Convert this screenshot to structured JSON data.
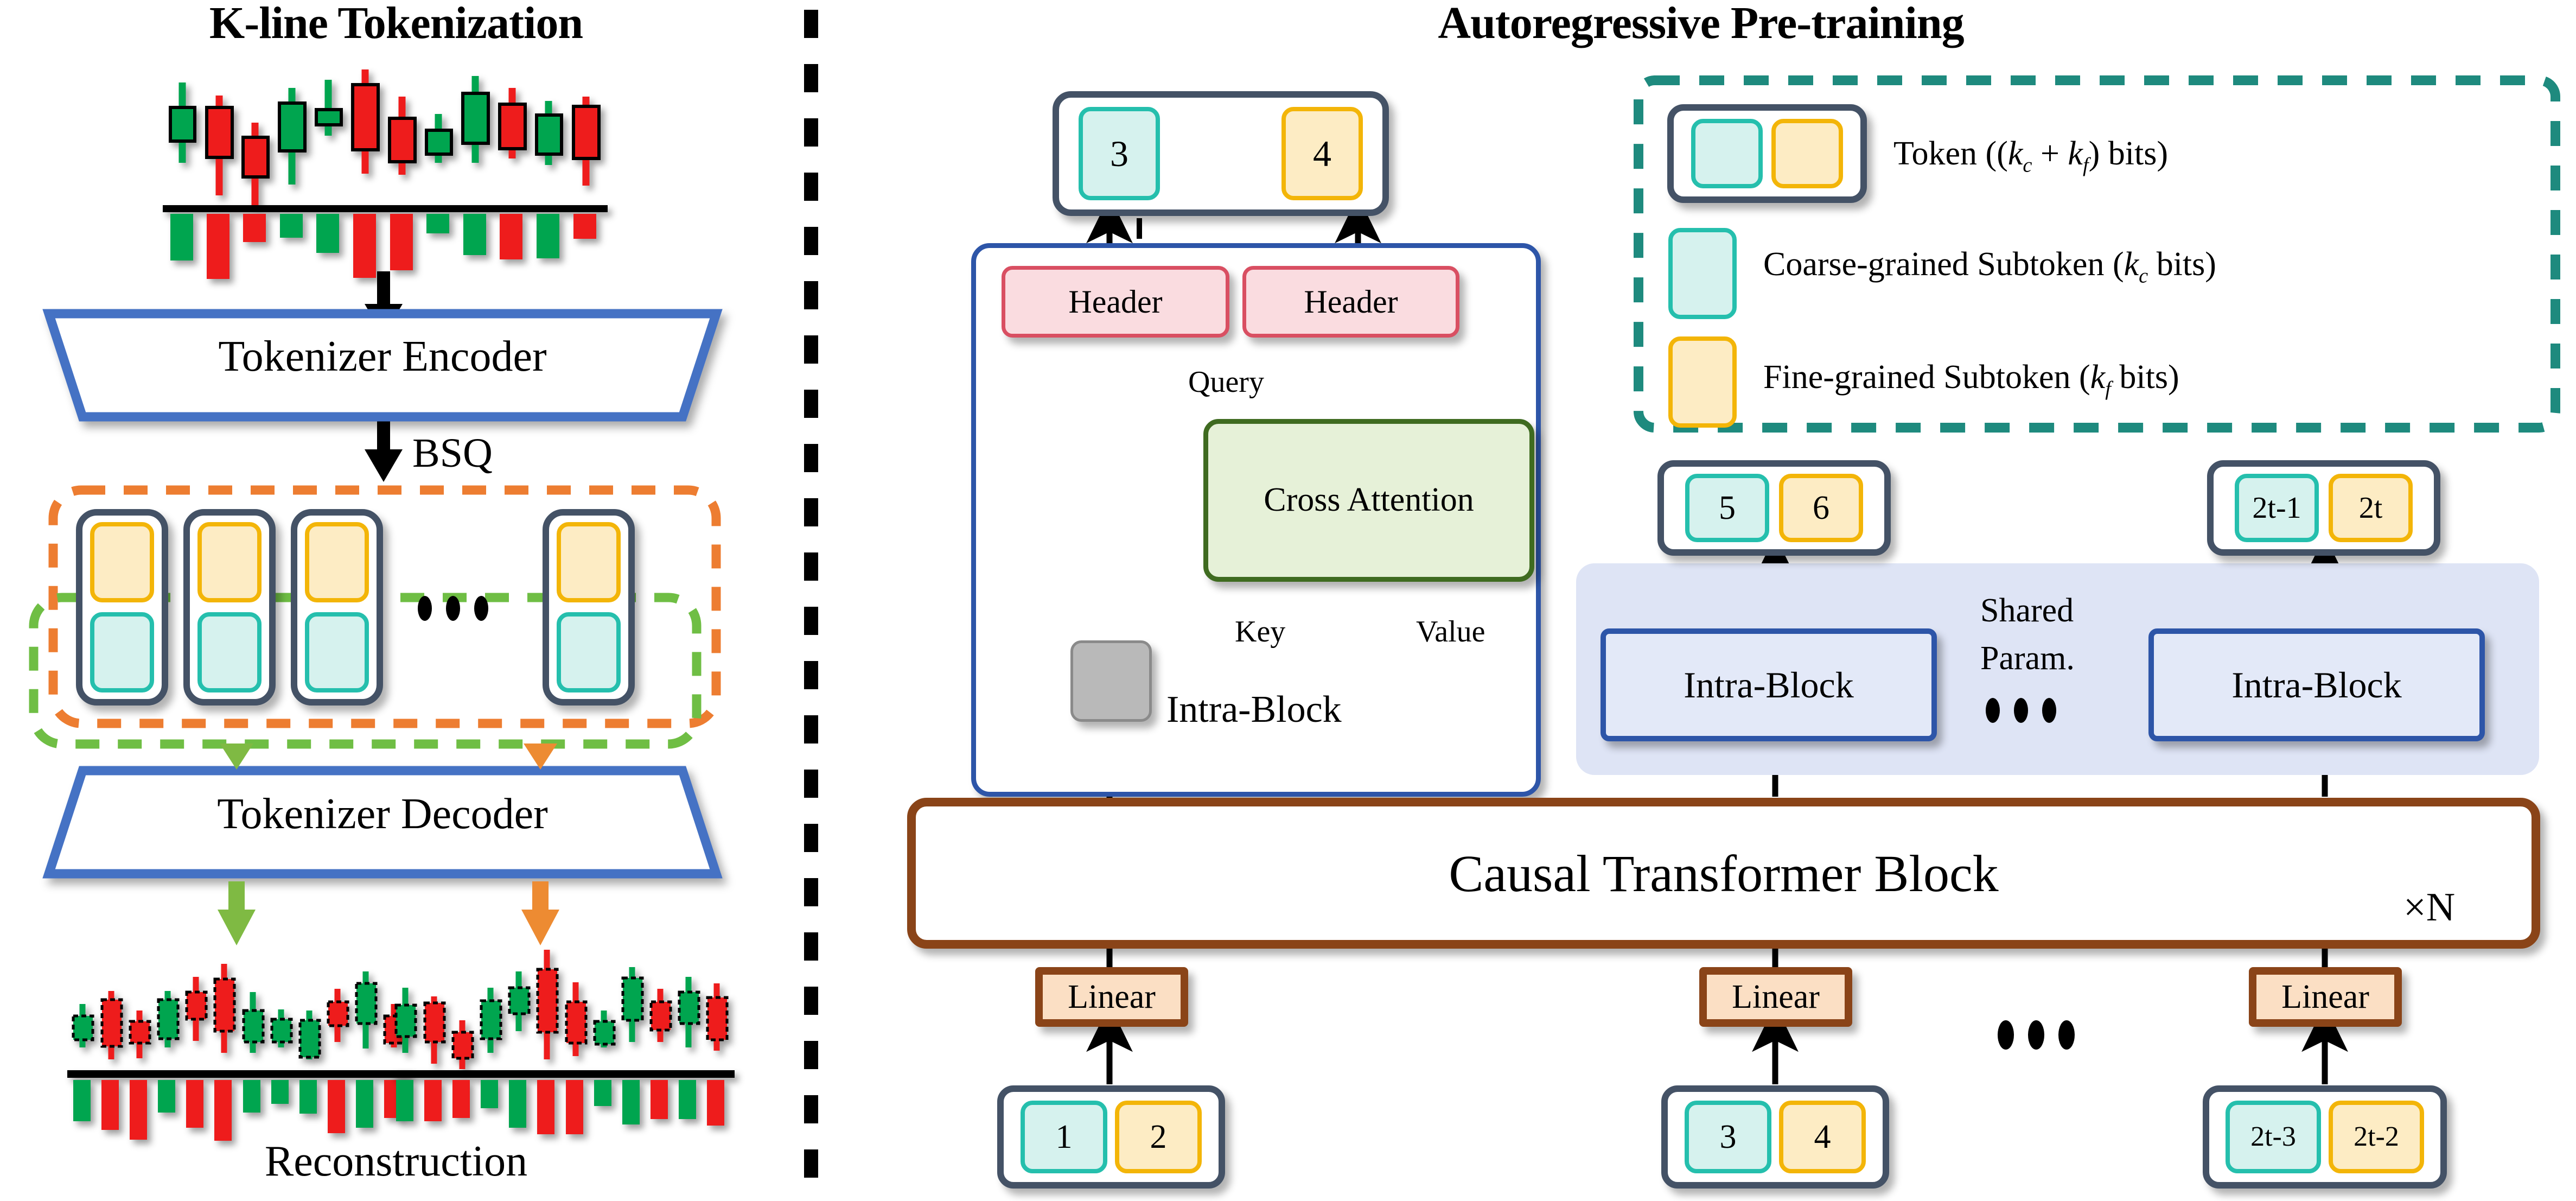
{
  "titles": {
    "left": "K-line Tokenization",
    "right": "Autoregressive Pre-training"
  },
  "left_panel": {
    "encoder_label": "Tokenizer Encoder",
    "quantizer_label": "BSQ",
    "decoder_label": "Tokenizer Decoder",
    "reconstruction_label": "Reconstruction",
    "ellipsis": "•••",
    "token_columns": [
      "tok1",
      "tok2",
      "tok3",
      "tokN"
    ],
    "colors": {
      "encoder_border": "#4472C4",
      "coarse_group_dash": "#6FBE44",
      "full_token_group_dash": "#ED7D31",
      "candle_up": "#00A550",
      "candle_down": "#EE1C1C"
    }
  },
  "right_panel": {
    "output_token": {
      "coarse": "3",
      "fine": "4"
    },
    "intra_block": {
      "header_left": "Header",
      "header_right": "Header",
      "cross_attention": "Cross Attention",
      "query_label": "Query",
      "key_label": "Key",
      "value_label": "Value",
      "block_label": "Intra-Block"
    },
    "shared": {
      "shared_line1": "Shared",
      "shared_line2": "Param.",
      "ellipsis": "•••",
      "blocks": [
        "Intra-Block",
        "Intra-Block"
      ],
      "output_tokens": [
        {
          "coarse": "5",
          "fine": "6"
        },
        {
          "coarse": "2t-1",
          "fine": "2t"
        }
      ]
    },
    "transformer": {
      "label": "Causal Transformer Block",
      "repeat": "×N"
    },
    "inputs": {
      "linear_label": "Linear",
      "ellipsis": "•••",
      "tokens": [
        {
          "coarse": "1",
          "fine": "2"
        },
        {
          "coarse": "3",
          "fine": "4"
        },
        {
          "coarse": "2t-3",
          "fine": "2t-2"
        }
      ]
    },
    "legend": {
      "items": [
        {
          "text_pre": "Token ((",
          "k1": "k",
          "k1sub": "c",
          "plus": " + ",
          "k2": "k",
          "k2sub": "f",
          "text_post": ") bits)"
        },
        {
          "text_pre": "Coarse-grained Subtoken (",
          "k1": "k",
          "k1sub": "c",
          "plus": "",
          "k2": "",
          "k2sub": "",
          "text_post": " bits)"
        },
        {
          "text_pre": "Fine-grained Subtoken (",
          "k1": "k",
          "k1sub": "f",
          "plus": "",
          "k2": "",
          "k2sub": "",
          "text_post": " bits)"
        }
      ],
      "border_color": "#1E8A7E"
    },
    "colors": {
      "header_fill": "#FADCE0",
      "header_border": "#D94F62",
      "cross_fill": "#E6F1D8",
      "cross_border": "#3F6B20",
      "intra_border": "#2D55A8",
      "shared_panel": "#DEE4F5",
      "linear_fill": "#FBDFC4",
      "linear_border": "#8A4418",
      "token_shell": "#445266",
      "coarse_fill": "#D6F2EE",
      "coarse_border": "#25BFAD",
      "fine_fill": "#FDECC4",
      "fine_border": "#F3B508"
    }
  }
}
